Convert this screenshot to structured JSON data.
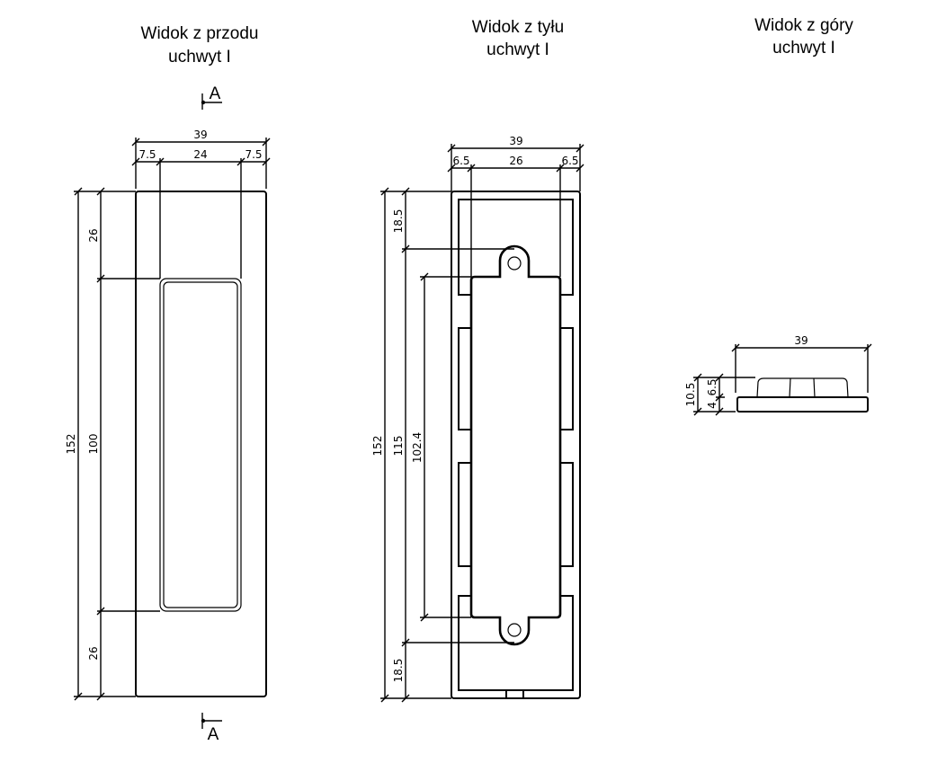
{
  "views": {
    "front": {
      "title": "Widok z przodu",
      "subtitle": "uchwyt I",
      "dims": {
        "width": "39",
        "left": "7.5",
        "center": "24",
        "right": "7.5",
        "height": "152",
        "top": "26",
        "opening": "100",
        "bottom": "26"
      },
      "section_top": "A",
      "section_bottom": "A"
    },
    "back": {
      "title": "Widok z tyłu",
      "subtitle": "uchwyt I",
      "dims": {
        "width": "39",
        "left": "6.5",
        "center": "26",
        "right": "6.5",
        "height": "152",
        "top": "18.5",
        "holes": "115",
        "bottom": "18.5",
        "plate": "102.4"
      }
    },
    "top": {
      "title": "Widok z góry",
      "subtitle": "uchwyt I",
      "dims": {
        "width": "39",
        "total": "10.5",
        "upper": "6.5",
        "base": "4"
      }
    }
  }
}
